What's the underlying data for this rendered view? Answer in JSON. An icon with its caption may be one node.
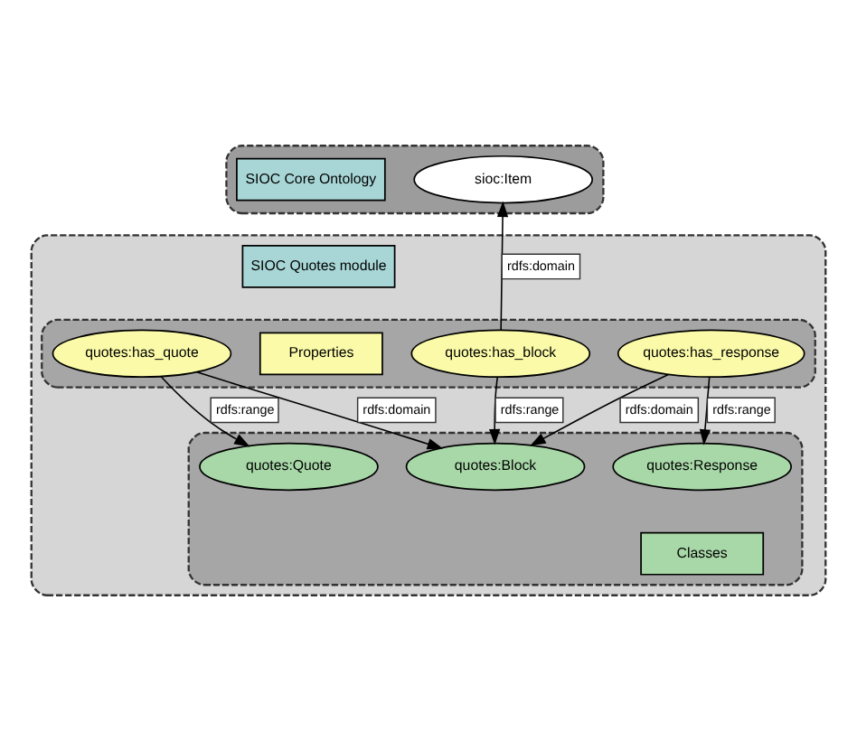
{
  "diagram": {
    "nodes": [
      {
        "text": [],
        "shape": "box"
      },
      {
        "text": [
          "sioc:Item"
        ],
        "in": 0
      },
      {
        "text": [
          "SIOC Core Ontology"
        ],
        "in": 0
      },
      {
        "text": [],
        "shape": "box"
      },
      {
        "text": [
          "SIOC Quotes module"
        ],
        "in": 3
      },
      {
        "text": [],
        "shape": "box",
        "in": 3
      },
      {
        "text": [
          "Properties"
        ],
        "in": 5
      },
      {
        "text": [
          "quotes:has_quote"
        ],
        "in": 5
      },
      {
        "text": [
          "quotes:has_block"
        ],
        "in": 5
      },
      {
        "text": [
          "quotes:has_response"
        ],
        "in": 5
      },
      {
        "text": [],
        "shape": "box",
        "in": 3
      },
      {
        "text": [
          "quotes:Quote"
        ],
        "in": 10
      },
      {
        "text": [
          "quotes:Block"
        ],
        "in": 10
      },
      {
        "text": [
          "quotes:Response"
        ],
        "in": 10
      },
      {
        "text": [
          "Classes"
        ],
        "in": 10
      }
    ],
    "edges": [
      {
        "from": 8,
        "to": 1,
        "arrow": "to",
        "label": "rdfs:domain"
      },
      {
        "from": 7,
        "to": 11,
        "arrow": "to",
        "label": "rdfs:range"
      },
      {
        "from": 7,
        "to": 12,
        "arrow": "to",
        "label": "rdfs:domain"
      },
      {
        "from": 8,
        "to": 12,
        "arrow": "to",
        "label": "rdfs:range"
      },
      {
        "from": 9,
        "to": 12,
        "arrow": "to",
        "label": "rdfs:domain"
      },
      {
        "from": 9,
        "to": 13,
        "arrow": "to",
        "label": "rdfs:range"
      }
    ]
  }
}
